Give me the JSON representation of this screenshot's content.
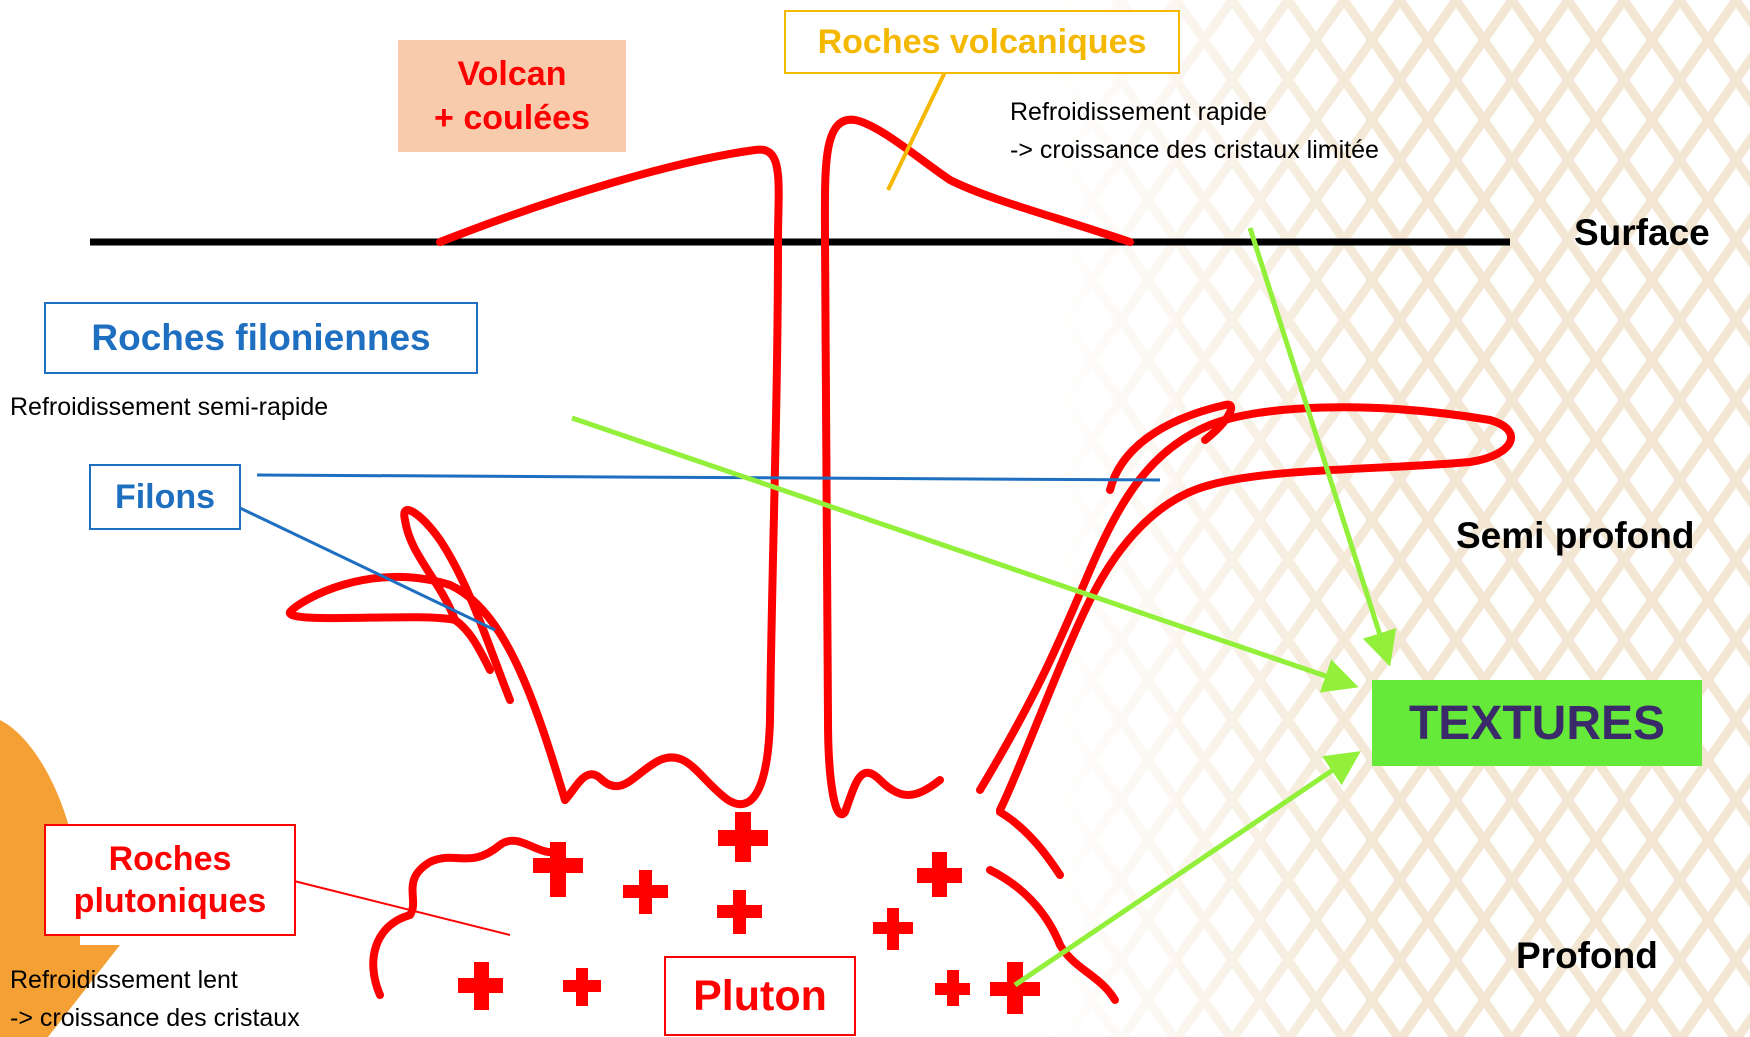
{
  "labels": {
    "volcan": "Volcan\n+ coulées",
    "roches_volcaniques": "Roches volcaniques",
    "volcanic_note": "Refroidissement rapide\n-> croissance des cristaux limitée",
    "roches_filoniennes": "Roches filoniennes",
    "filonian_note": "Refroidissement semi-rapide",
    "filons": "Filons",
    "roches_plutoniques": "Roches\nplutoniques",
    "plutonic_note": "Refroidissement lent\n-> croissance des cristaux",
    "pluton": "Pluton",
    "textures": "TEXTURES"
  },
  "depth_levels": [
    "Surface",
    "Semi profond",
    "Profond"
  ],
  "colors": {
    "magma": "#ff0000",
    "volcanic_accent": "#f5b800",
    "volcan_box_fill": "#f9cbad",
    "filonian_blue": "#1f6fc1",
    "arrow_green": "#92f03a",
    "textures_fill": "#66ea3a",
    "textures_text": "#3a2a6a",
    "background_pattern": "#f3e6d2",
    "side_arrow": "#f3961e"
  },
  "icons": [
    "plus-cross-icon"
  ]
}
